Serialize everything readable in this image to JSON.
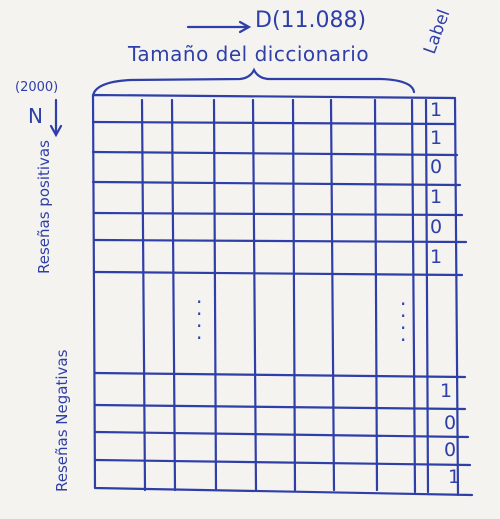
{
  "header": {
    "dimension_label": "D(11.088)",
    "title": "Tamaño del diccionario",
    "label_column": "Label"
  },
  "rows": {
    "count": "(2000)",
    "symbol": "N"
  },
  "groups": {
    "positive": "Reseñas positivas",
    "negative": "Reseñas Negativas"
  },
  "labels": {
    "positive": [
      "1",
      "1",
      "0",
      "1",
      "0",
      "1"
    ],
    "negative": [
      "1",
      "0",
      "0",
      "1"
    ]
  },
  "ellipsis": ". . . ."
}
